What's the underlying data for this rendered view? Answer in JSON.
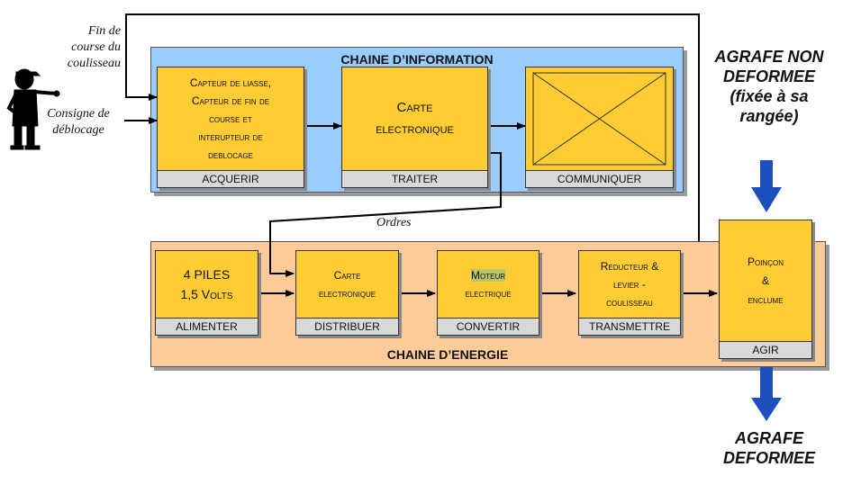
{
  "info_chain": {
    "title": "CHAINE D’INFORMATION",
    "blocks": [
      {
        "lines": [
          "Capteur de liasse,",
          "Capteur de fin de",
          "course et",
          "interupteur de",
          "deblocage"
        ],
        "label": "ACQUERIR"
      },
      {
        "lines": [
          "Carte",
          "electronique"
        ],
        "label": "TRAITER"
      },
      {
        "lines": [],
        "label": "COMMUNIQUER"
      }
    ]
  },
  "energy_chain": {
    "title": "CHAINE D’ENERGIE",
    "blocks": [
      {
        "lines": [
          "4 PILES",
          "1,5 Volts"
        ],
        "label": "ALIMENTER"
      },
      {
        "lines": [
          "Carte",
          "electronique"
        ],
        "label": "DISTRIBUER"
      },
      {
        "lines": [
          "Moteur",
          "electrique"
        ],
        "label": "CONVERTIR"
      },
      {
        "lines": [
          "Reducteur &",
          "levier -",
          "coulisseau"
        ],
        "label": "TRANSMETTRE"
      },
      {
        "lines": [
          "Poinçon",
          "&",
          "enclume"
        ],
        "label": "AGIR"
      }
    ]
  },
  "inputs": {
    "fin_de_course": [
      "Fin de",
      "course du",
      "coulisseau"
    ],
    "consigne": [
      "Consigne de",
      "déblocage"
    ],
    "ordres": "Ordres"
  },
  "matter": {
    "input": [
      "AGRAFE NON",
      "DEFORMEE",
      "(fixée à sa",
      "rangée)"
    ],
    "output": [
      "AGRAFE",
      "DEFORMEE"
    ]
  },
  "colors": {
    "info_band": "#99ccff",
    "energy_band": "#ffcc99",
    "block": "#ffcc33",
    "footer": "#d9d9d9",
    "arrow_blue": "#1f4fbf"
  }
}
